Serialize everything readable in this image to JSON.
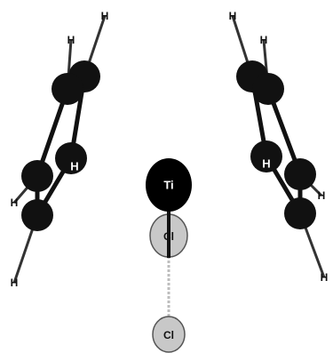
{
  "molecule": {
    "colors": {
      "heavy_atom": "#111111",
      "ti_atom": "#000000",
      "cl_atom": "#c8c8c8",
      "cl_outline": "#555555",
      "bond": "#111111",
      "h_bond": "#333333",
      "cl_bond": "#bdbdbd",
      "label_on_dark": "#ffffff",
      "label_on_light": "#111111",
      "background": "#ffffff"
    },
    "labels": {
      "ti": "Ti",
      "cl_front": "Cl",
      "cl_back": "Cl",
      "h": "H"
    }
  }
}
